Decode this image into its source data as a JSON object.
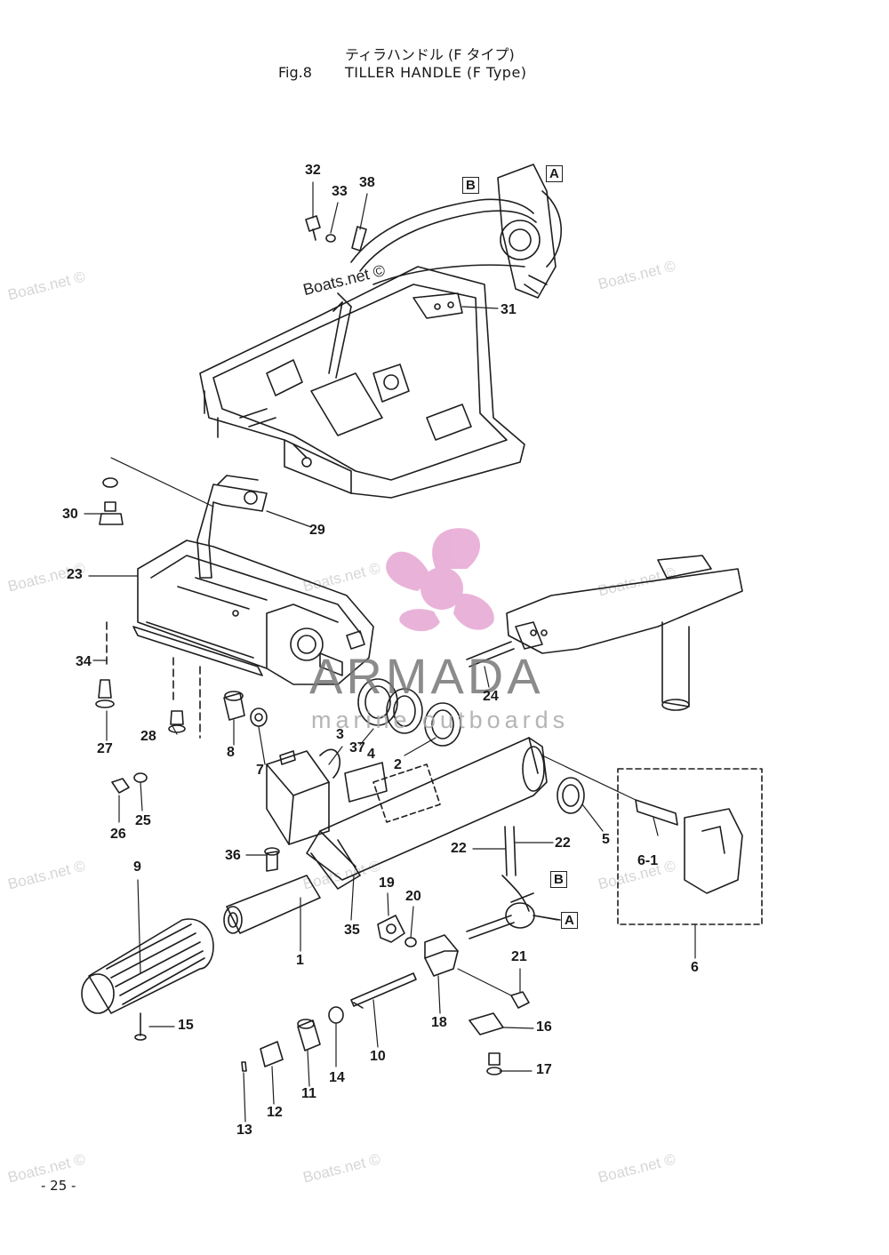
{
  "header": {
    "title_jp": "ティラハンドル (F タイプ)",
    "fig_label": "Fig.8",
    "title_en": "TILLER HANDLE (F Type)"
  },
  "page_number": "- 25 -",
  "watermark_text": "Boats.net ©",
  "logo": {
    "name": "ARMADA",
    "tagline": "marine outboards",
    "accent_color": "#e6a6d3"
  },
  "reference_boxes": [
    "A",
    "B"
  ],
  "callouts": [
    {
      "id": "c32",
      "text": "32"
    },
    {
      "id": "c33",
      "text": "33"
    },
    {
      "id": "c38",
      "text": "38"
    },
    {
      "id": "c31",
      "text": "31"
    },
    {
      "id": "c30",
      "text": "30"
    },
    {
      "id": "c29",
      "text": "29"
    },
    {
      "id": "c23",
      "text": "23"
    },
    {
      "id": "c34",
      "text": "34"
    },
    {
      "id": "c24",
      "text": "24"
    },
    {
      "id": "c3",
      "text": "3"
    },
    {
      "id": "c37",
      "text": "37"
    },
    {
      "id": "c4",
      "text": "4"
    },
    {
      "id": "c2",
      "text": "2"
    },
    {
      "id": "c8",
      "text": "8"
    },
    {
      "id": "c7",
      "text": "7"
    },
    {
      "id": "c27",
      "text": "27"
    },
    {
      "id": "c28",
      "text": "28"
    },
    {
      "id": "c26",
      "text": "26"
    },
    {
      "id": "c25",
      "text": "25"
    },
    {
      "id": "c5",
      "text": "5"
    },
    {
      "id": "c6-1",
      "text": "6-1"
    },
    {
      "id": "c6",
      "text": "6"
    },
    {
      "id": "c36",
      "text": "36"
    },
    {
      "id": "c22a",
      "text": "22"
    },
    {
      "id": "c22b",
      "text": "22"
    },
    {
      "id": "c9",
      "text": "9"
    },
    {
      "id": "c19",
      "text": "19"
    },
    {
      "id": "c20",
      "text": "20"
    },
    {
      "id": "c35",
      "text": "35"
    },
    {
      "id": "c1",
      "text": "1"
    },
    {
      "id": "c21",
      "text": "21"
    },
    {
      "id": "c15",
      "text": "15"
    },
    {
      "id": "c18",
      "text": "18"
    },
    {
      "id": "c16",
      "text": "16"
    },
    {
      "id": "c10",
      "text": "10"
    },
    {
      "id": "c14",
      "text": "14"
    },
    {
      "id": "c17",
      "text": "17"
    },
    {
      "id": "c11",
      "text": "11"
    },
    {
      "id": "c12",
      "text": "12"
    },
    {
      "id": "c13",
      "text": "13"
    }
  ]
}
